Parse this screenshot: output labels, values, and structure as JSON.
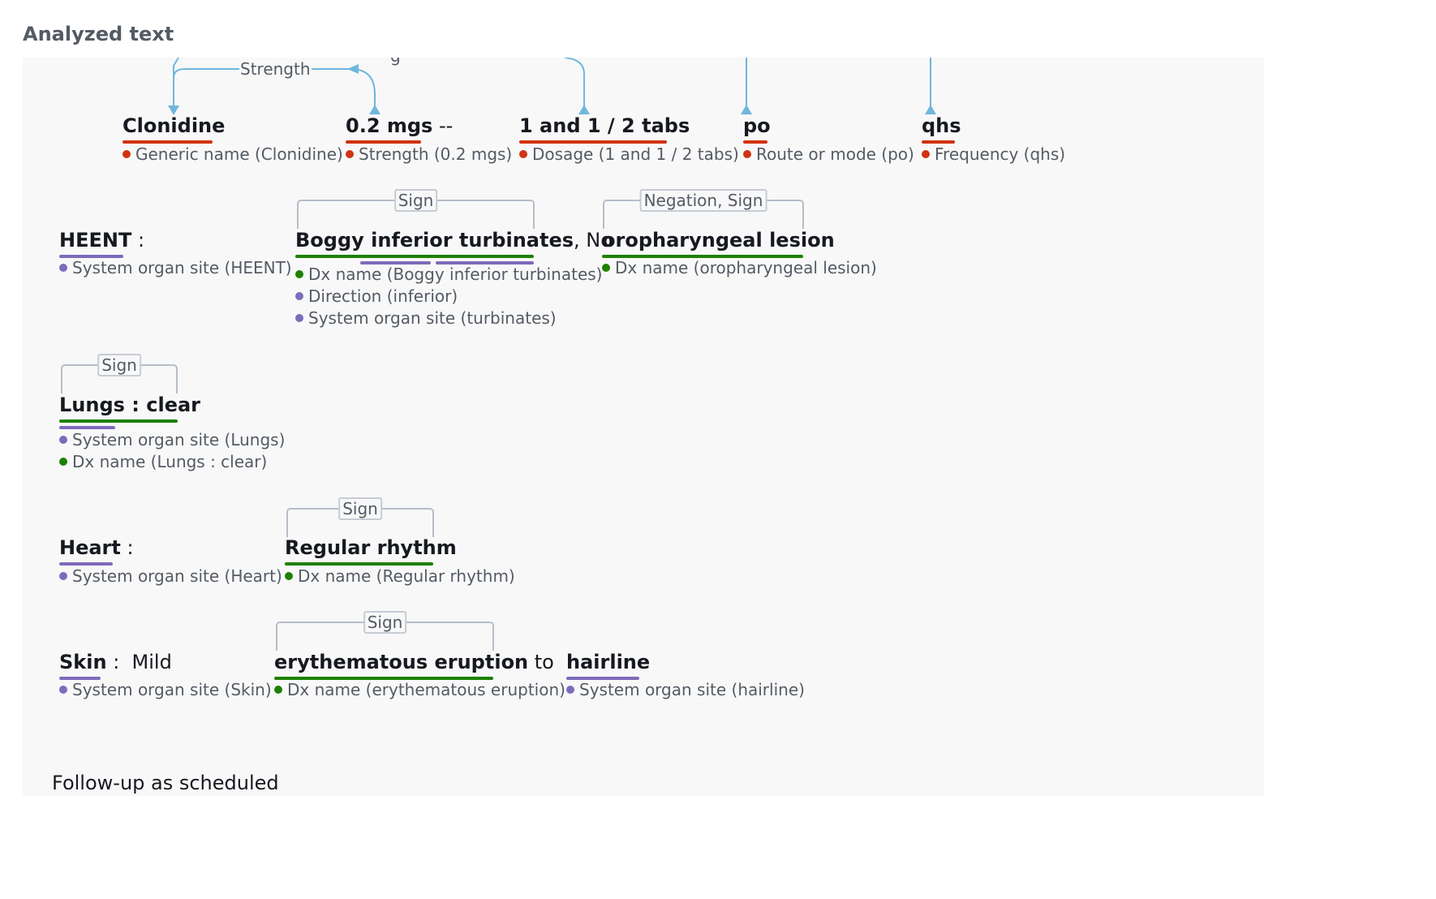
{
  "page": {
    "title": "Analyzed text"
  },
  "colors": {
    "medication": "#d13212",
    "medical_condition": "#1d8102",
    "anatomy": "#7d6bbb",
    "relationship_line": "#6fb7dc"
  },
  "relationship": {
    "label": "Strength",
    "partial_label_right": "g"
  },
  "medication_line": {
    "entities": [
      {
        "text": "Clonidine",
        "tag": "Generic name (Clonidine)"
      },
      {
        "text": "0.2 mgs",
        "suffix": " --",
        "tag": "Strength (0.2 mgs)"
      },
      {
        "text": "1 and 1 / 2 tabs",
        "tag": "Dosage (1 and 1 / 2 tabs)"
      },
      {
        "text": "po",
        "tag": "Route or mode (po)"
      },
      {
        "text": "qhs",
        "tag": "Frequency (qhs)"
      }
    ]
  },
  "heent_row": {
    "label": "HEENT",
    "separator": " :",
    "label_tag": "System organ site (HEENT)",
    "finding1": {
      "trait": "Sign",
      "text": "Boggy inferior turbinates",
      "after": ", No",
      "tags": [
        "Dx name (Boggy inferior turbinates)",
        "Direction (inferior)",
        "System organ site (turbinates)"
      ]
    },
    "finding2": {
      "trait": "Negation, Sign",
      "text": "oropharyngeal lesion",
      "tag": "Dx name (oropharyngeal lesion)"
    }
  },
  "lungs_row": {
    "trait": "Sign",
    "text": "Lungs : clear",
    "tags": [
      "System organ site (Lungs)",
      "Dx name (Lungs : clear)"
    ]
  },
  "heart_row": {
    "label": "Heart",
    "separator": " :",
    "label_tag": "System organ site (Heart)",
    "finding": {
      "trait": "Sign",
      "text": "Regular rhythm",
      "tag": "Dx name (Regular rhythm)"
    }
  },
  "skin_row": {
    "label": "Skin",
    "separator": " :  Mild",
    "label_tag": "System organ site (Skin)",
    "finding": {
      "trait": "Sign",
      "text": "erythematous eruption",
      "after": " to",
      "tag": "Dx name (erythematous eruption)"
    },
    "site": {
      "text": "hairline",
      "tag": "System organ site (hairline)"
    }
  },
  "footer_text": "Follow-up as scheduled"
}
